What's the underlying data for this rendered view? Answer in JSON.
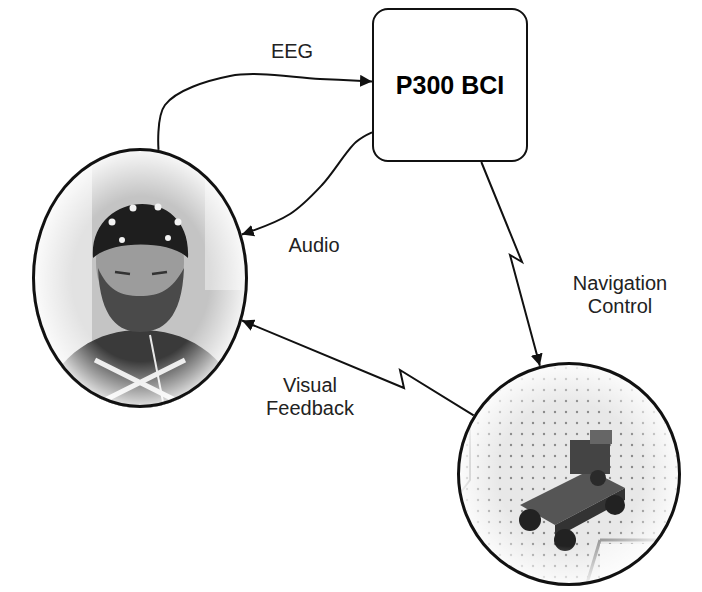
{
  "diagram": {
    "nodes": [
      {
        "text": [
          "P300 BCI"
        ]
      },
      {
        "text": []
      },
      {
        "text": []
      }
    ],
    "edges": [
      {
        "from": 1,
        "to": 0,
        "arrow": "to",
        "label": "EEG"
      },
      {
        "from": 0,
        "to": 1,
        "arrow": "to",
        "label": "Audio"
      },
      {
        "from": 0,
        "to": 2,
        "arrow": "to",
        "label": "Navigation Control"
      },
      {
        "from": 2,
        "to": 1,
        "arrow": "to",
        "label": "Visual Feedback"
      }
    ]
  }
}
